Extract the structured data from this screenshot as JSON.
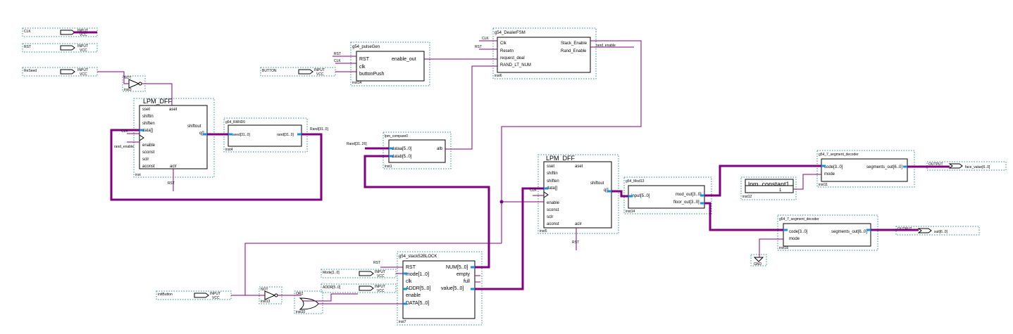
{
  "inputs": {
    "clk": "CLK",
    "rst": "RST",
    "reseed": "ReSeed",
    "button": "BUTTON",
    "mode": "Mode[1..0]",
    "addr": "ADDR[5..0]",
    "initbutton": "initButton",
    "input_tag": "INPUT",
    "vcc": "VCC"
  },
  "outputs": {
    "face_value": "face_value[6..0]",
    "suit": "suit[6..0]",
    "output_tag": "OUTPUT"
  },
  "not1": {
    "title": "NOT",
    "inst": "inst3"
  },
  "not2": {
    "title": "NOT",
    "inst": "inst13"
  },
  "or2": {
    "title": "OR2",
    "inst": "inst10"
  },
  "dff1": {
    "title": "LPM_DFF",
    "inst": "inst",
    "ports": [
      "sset",
      "shiftin",
      "shiften",
      "data[]",
      "enable",
      "sconst",
      "sclr",
      "aconst"
    ],
    "right": [
      "aset",
      "shiftout",
      "q[]",
      "aclr"
    ]
  },
  "dff2": {
    "title": "LPM_DFF",
    "inst": "inst5",
    "ports": [
      "sset",
      "shiftin",
      "shiften",
      "data[]",
      "enable",
      "sconst",
      "sclr",
      "aconst"
    ],
    "right": [
      "aset",
      "shiftout",
      "q[]",
      "aclr"
    ]
  },
  "rand": {
    "title": "g54_RAND0",
    "inst": "inst4",
    "in": "seed[31..0]",
    "out": "rand[31..0]"
  },
  "pulse": {
    "title": "g54_pulseGen",
    "inst": "inst14",
    "ports": [
      "RST",
      "clk",
      "buttonPush"
    ],
    "out": "enable_out"
  },
  "dealer": {
    "title": "g54_DealerFSM",
    "inst": "inst6",
    "ports": [
      "Clk",
      "Resetn",
      "request_deal",
      "RAND_LT_NUM"
    ],
    "out1": "Stack_Enable",
    "out2": "Rand_Enable"
  },
  "compare": {
    "title": "lpm_compare0",
    "inst": "inst1",
    "a": "dataa[5..0]",
    "b": "datab[5..0]",
    "out": "alb"
  },
  "stack": {
    "title": "g54_stack52BLOCK",
    "inst": "inst7",
    "ports": [
      "RST",
      "mode[1..0]",
      "clk",
      "ADDR[5..0]",
      "enable",
      "DATA[5..0]"
    ],
    "outs": [
      "NUM[5..0]",
      "empty",
      "full",
      "value[5..0]"
    ]
  },
  "mod13": {
    "title": "g54_Mod13",
    "inst": "inst14",
    "in": "input[5..0]",
    "o1": "mod_out[3..0]",
    "o2": "floor_out[3..0]"
  },
  "seg1": {
    "title": "g54_7_segment_decoder",
    "inst": "inst11",
    "p1": "code[3..0]",
    "p2": "mode",
    "out": "segments_out[6..0]"
  },
  "seg2": {
    "title": "g54_7_segment_decoder",
    "inst": "inst16",
    "p1": "code[3..0]",
    "p2": "mode",
    "out": "segments_out[6..0]"
  },
  "const": {
    "title": "lpm_constant1",
    "inst": "inst12",
    "value": "1"
  },
  "gnd": "GND",
  "nets": {
    "clk": "CLK",
    "rst": "RST",
    "rand_bus": "Rand[31..0]",
    "rand_slice": "Rand[31..26]",
    "rand_enable": "rand_enable"
  }
}
